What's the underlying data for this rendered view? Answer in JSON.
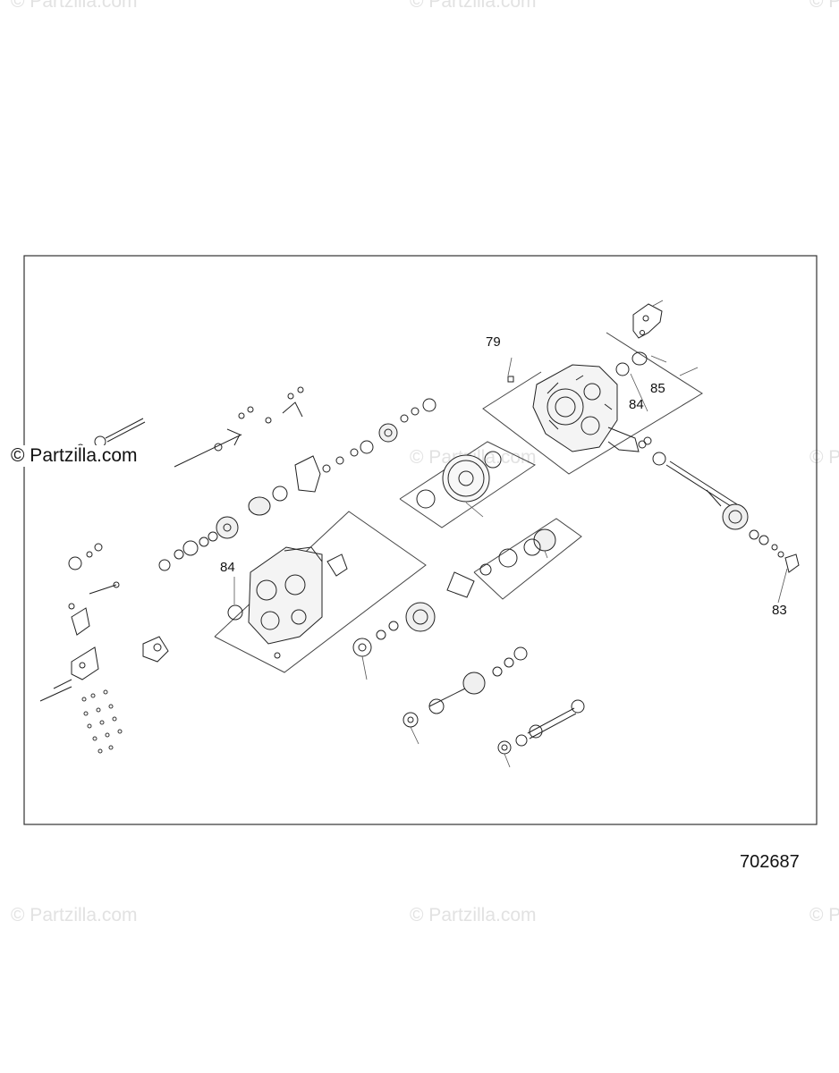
{
  "watermark": {
    "text": "© Partzilla.com",
    "fragment": "© P"
  },
  "callouts": [
    "79",
    "85",
    "84",
    "84",
    "83"
  ],
  "figure_number": "702687",
  "colors": {
    "line": "#222222",
    "watermark": "#e2e2e2"
  }
}
